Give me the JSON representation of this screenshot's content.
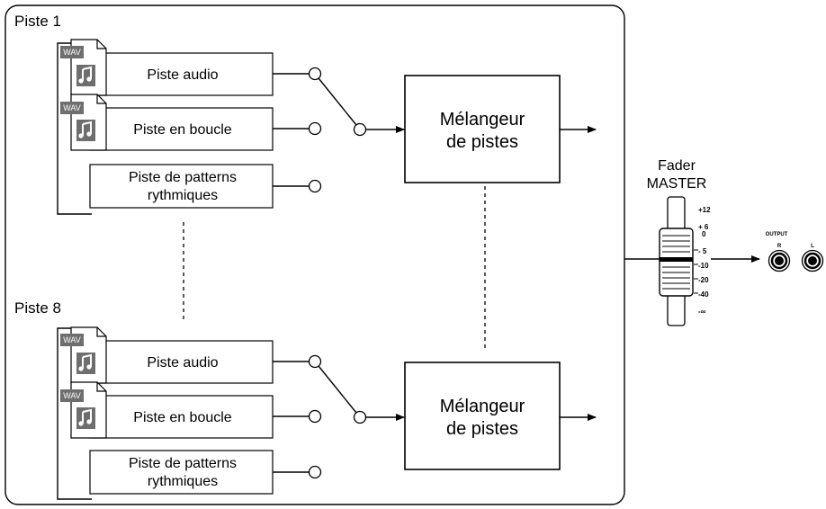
{
  "groups": [
    {
      "label": "Piste 1",
      "tracks": [
        {
          "lines": [
            "Piste audio"
          ],
          "file_badge": "WAV",
          "file_icon": "music-note-icon"
        },
        {
          "lines": [
            "Piste en boucle"
          ],
          "file_badge": "WAV",
          "file_icon": "music-note-icon"
        },
        {
          "lines": [
            "Piste de patterns",
            "rythmiques"
          ]
        }
      ],
      "mixer": [
        "Mélangeur",
        "de pistes"
      ]
    },
    {
      "label": "Piste 8",
      "tracks": [
        {
          "lines": [
            "Piste audio"
          ],
          "file_badge": "WAV",
          "file_icon": "music-note-icon"
        },
        {
          "lines": [
            "Piste en boucle"
          ],
          "file_badge": "WAV",
          "file_icon": "music-note-icon"
        },
        {
          "lines": [
            "Piste de patterns",
            "rythmiques"
          ]
        }
      ],
      "mixer": [
        "Mélangeur",
        "de pistes"
      ]
    }
  ],
  "fader": {
    "label": [
      "Fader",
      "MASTER"
    ],
    "scale": [
      "+12",
      "+ 6",
      "0",
      "- 5",
      "-10",
      "-20",
      "-40",
      "-∞"
    ]
  },
  "output": {
    "label": "OUTPUT",
    "jacks": [
      "R",
      "L"
    ]
  },
  "colors": {
    "line": "#000000",
    "icon_fill": "#6e6e6e",
    "background": "#ffffff"
  }
}
